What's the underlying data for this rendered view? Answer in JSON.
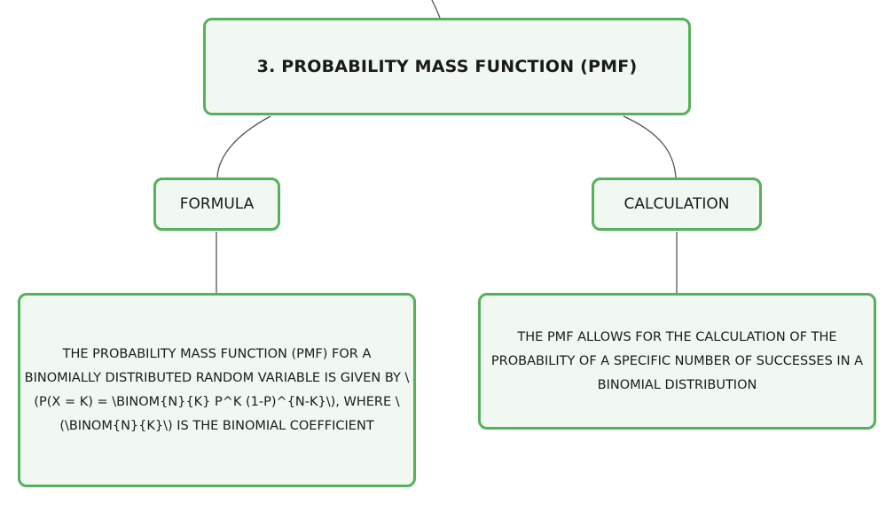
{
  "mindmap": {
    "root": {
      "label": "3. PROBABILITY MASS FUNCTION (PMF)"
    },
    "branches": [
      {
        "label": "FORMULA",
        "detail": "THE PROBABILITY MASS FUNCTION (PMF) FOR A BINOMIALLY DISTRIBUTED RANDOM VARIABLE IS GIVEN BY \\(P(X = K) = \\BINOM{N}{K} P^K (1-P)^{N-K}\\), WHERE \\(\\BINOM{N}{K}\\) IS THE BINOMIAL COEFFICIENT"
      },
      {
        "label": "CALCULATION",
        "detail": "THE PMF ALLOWS FOR THE CALCULATION OF THE PROBABILITY OF A SPECIFIC NUMBER OF SUCCESSES IN A BINOMIAL DISTRIBUTION"
      }
    ]
  },
  "colors": {
    "node_border": "#55b15a",
    "node_fill": "#f1f8f1",
    "connector": "#555555",
    "text": "#1a1a1a"
  }
}
